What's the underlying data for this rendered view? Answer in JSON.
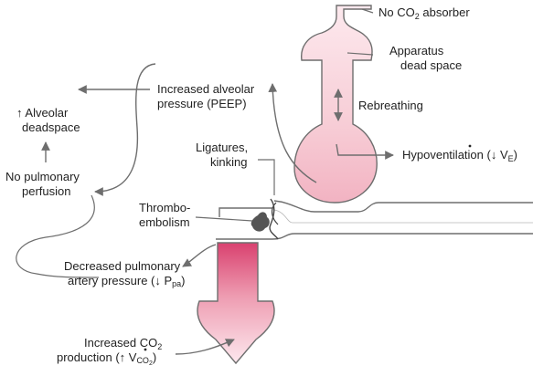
{
  "labels": {
    "no_co2_absorber": {
      "pre": "No CO",
      "sub": "2",
      "post": " absorber"
    },
    "apparatus_dead_space": [
      "Apparatus",
      "dead space"
    ],
    "rebreathing": "Rebreathing",
    "hypoventilation": {
      "pre": "Hypoventilation (↓ ",
      "dot_v": "V",
      "sub": "E",
      "post": ")"
    },
    "increased_alveolar_pressure": [
      "Increased alveolar",
      "pressure (PEEP)"
    ],
    "alveolar_deadspace": [
      "↑ Alveolar",
      "deadspace"
    ],
    "no_pulmonary_perfusion": [
      "No pulmonary",
      "perfusion"
    ],
    "ligatures_kinking": [
      "Ligatures,",
      "kinking"
    ],
    "thromboembolism": [
      "Thrombo-",
      "embolism"
    ],
    "decreased_pulmonary_artery_pressure": {
      "line1": "Decreased pulmonary",
      "line2_pre": "artery pressure (↓ P",
      "line2_sub": "pa",
      "line2_post": ")"
    },
    "increased_co2_production": {
      "line1_pre": "Increased CO",
      "line1_sub": "2",
      "line2_pre": "production (↑ ",
      "line2_dot_v": "V",
      "line2_sub": "CO",
      "line2_sub2": "2",
      "line2_post": ")"
    }
  },
  "colors": {
    "line": "#6e6e6e",
    "apparatus_fill": "#f7c9d2",
    "apparatus_fill_light": "#fde9ee",
    "heart_top": "#d9416f",
    "heart_bottom": "#fde8ee",
    "thrombus": "#555555"
  }
}
